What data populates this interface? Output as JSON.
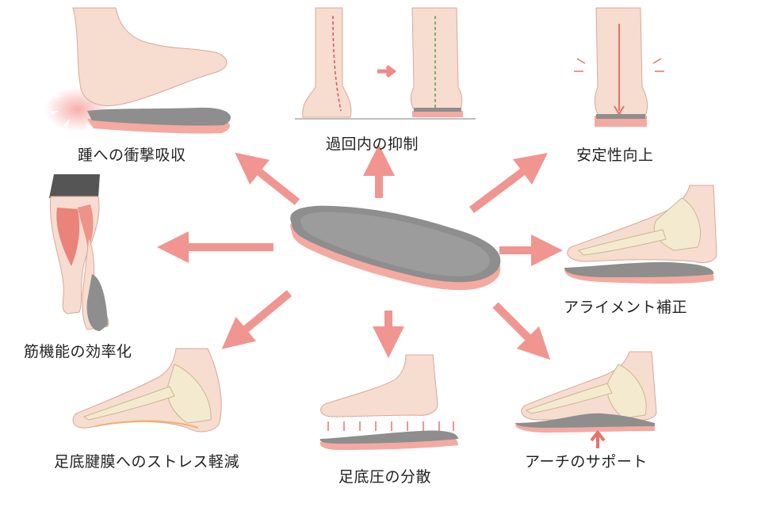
{
  "colors": {
    "skin": "#f7dcd0",
    "skin_shade": "#eec3b2",
    "muscle": "#e8736a",
    "bone": "#f3ead0",
    "insole_top": "#8a8a8a",
    "insole_sole": "#f2a49b",
    "arrow": "#f08a84",
    "text": "#222222"
  },
  "center": {
    "name": "insole"
  },
  "benefits": [
    {
      "id": "heel-shock",
      "label": "踵への衝撃吸収"
    },
    {
      "id": "overpronation",
      "label": "過回内の抑制"
    },
    {
      "id": "stability",
      "label": "安定性向上"
    },
    {
      "id": "muscle",
      "label": "筋機能の効率化"
    },
    {
      "id": "alignment",
      "label": "アライメント補正"
    },
    {
      "id": "plantar-fascia",
      "label": "足底腱膜へのストレス軽減"
    },
    {
      "id": "pressure",
      "label": "足底圧の分散"
    },
    {
      "id": "arch",
      "label": "アーチのサポート"
    }
  ]
}
